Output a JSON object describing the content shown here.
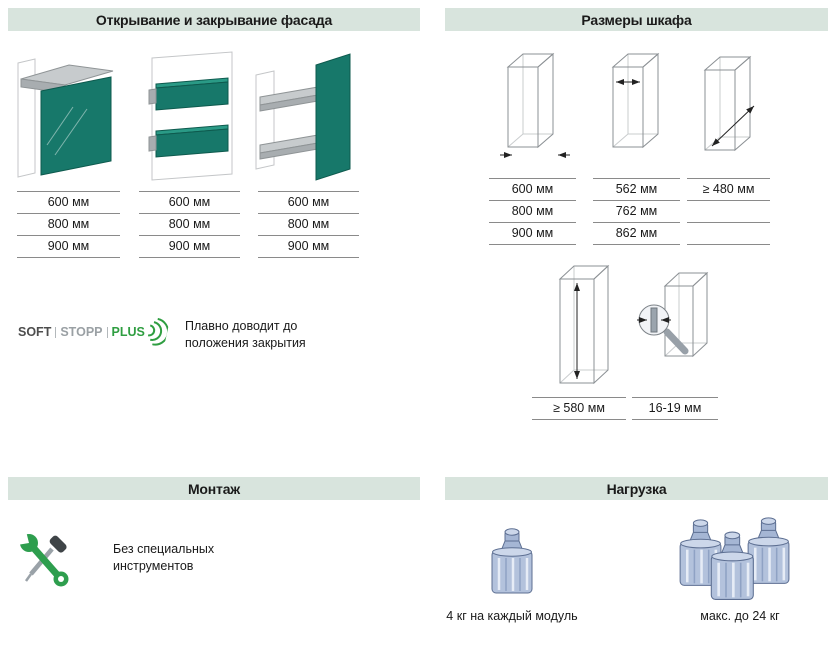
{
  "colors": {
    "header_bg": "#d8e4dd",
    "facade_teal": "#17786a",
    "tool_green": "#2e9e4e",
    "weight_blue": "#b3c2dc"
  },
  "icons": {
    "montage": "wrench-screwdriver-icon",
    "load_single": "weight-icon",
    "load_group": "weights-group-icon",
    "softstopp": "sound-waves-icon"
  },
  "facade": {
    "title": "Открывание и закрывание фасада",
    "tables": [
      {
        "rows": [
          "600 мм",
          "800 мм",
          "900 мм"
        ]
      },
      {
        "rows": [
          "600 мм",
          "800 мм",
          "900 мм"
        ]
      },
      {
        "rows": [
          "600 мм",
          "800 мм",
          "900 мм"
        ]
      }
    ],
    "logo": {
      "soft": "SOFT",
      "stopp": "STOPP",
      "plus": "PLUS"
    },
    "description": "Плавно доводит до положения закрытия"
  },
  "dimensions": {
    "title": "Размеры шкафа",
    "tables": [
      {
        "rows": [
          "600 мм",
          "800 мм",
          "900 мм"
        ]
      },
      {
        "rows": [
          "562 мм",
          "762 мм",
          "862 мм"
        ]
      },
      {
        "rows": [
          "≥ 480 мм",
          "",
          ""
        ]
      }
    ],
    "depth_label": "≥ 580 мм",
    "thickness_label": "16-19 мм"
  },
  "montage": {
    "title": "Монтаж",
    "description": "Без специальных инструментов"
  },
  "load": {
    "title": "Нагрузка",
    "per_module": "4 кг на каждый модуль",
    "max": "макс. до 24 кг"
  }
}
